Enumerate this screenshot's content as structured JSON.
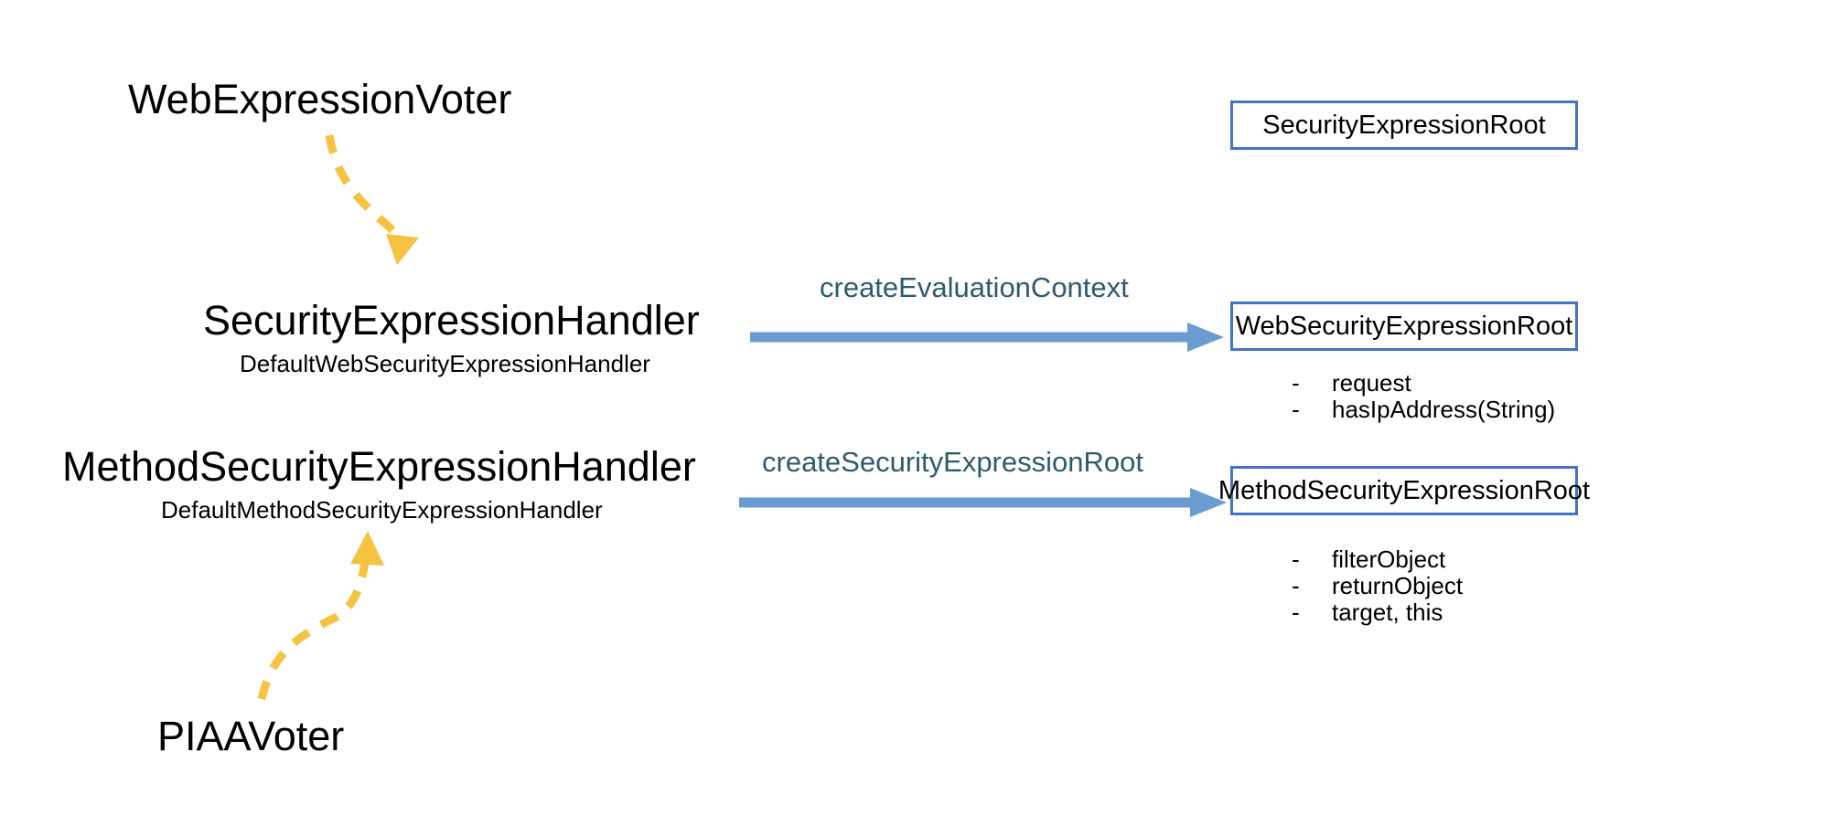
{
  "diagram": {
    "title": "Spring Security expression handler and expression root relationships",
    "colors": {
      "accent_blue": "#6A9BD1",
      "box_border_blue": "#4472C4",
      "label_teal": "#2E5A70",
      "dashed_yellow": "#F5C242",
      "text_black": "#000000",
      "background": "#FFFFFF"
    }
  },
  "nodes": {
    "web_expression_voter": {
      "title": "WebExpressionVoter"
    },
    "security_expression_handler": {
      "title": "SecurityExpressionHandler",
      "subtitle": "DefaultWebSecurityExpressionHandler"
    },
    "method_security_expression_handler": {
      "title": "MethodSecurityExpressionHandler",
      "subtitle": "DefaultMethodSecurityExpressionHandler"
    },
    "piaa_voter": {
      "title": "PIAAVoter"
    }
  },
  "edges": {
    "create_evaluation_context": {
      "label": "createEvaluationContext",
      "from": "SecurityExpressionHandler",
      "to": "WebSecurityExpressionRoot"
    },
    "create_security_expression_root": {
      "label": "createSecurityExpressionRoot",
      "from": "MethodSecurityExpressionHandler",
      "to": "MethodSecurityExpressionRoot"
    },
    "voter_to_handler": {
      "from": "WebExpressionVoter",
      "to": "SecurityExpressionHandler"
    },
    "piaa_to_method_handler": {
      "from": "PIAAVoter",
      "to": "MethodSecurityExpressionHandler"
    }
  },
  "boxes": [
    {
      "id": "security-expression-root",
      "title": "SecurityExpressionRoot",
      "members": []
    },
    {
      "id": "web-security-expression-root",
      "title": "WebSecurityExpressionRoot",
      "members": [
        "request",
        "hasIpAddress(String)"
      ]
    },
    {
      "id": "method-security-expression-root",
      "title": "MethodSecurityExpressionRoot",
      "members": [
        "filterObject",
        "returnObject",
        "target, this"
      ]
    }
  ],
  "bullet": {
    "dash": "-"
  }
}
